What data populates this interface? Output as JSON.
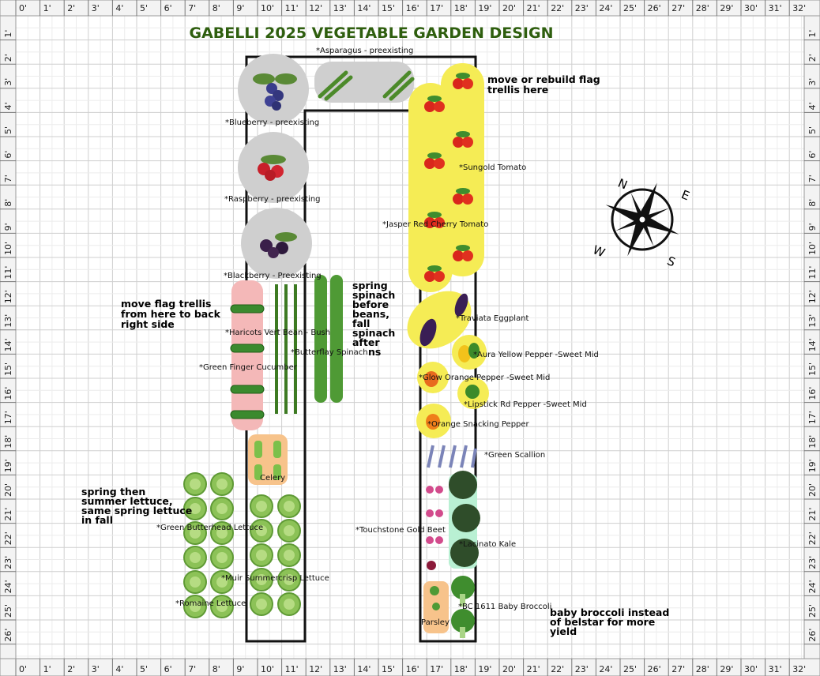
{
  "title": "GABELLI 2025 VEGETABLE GARDEN DESIGN",
  "ruler": {
    "x_labels": [
      "0'",
      "1'",
      "2'",
      "3'",
      "4'",
      "5'",
      "6'",
      "7'",
      "8'",
      "9'",
      "10'",
      "11'",
      "12'",
      "13'",
      "14'",
      "15'",
      "16'",
      "17'",
      "18'",
      "19'",
      "20'",
      "21'",
      "22'",
      "23'",
      "24'",
      "25'",
      "26'",
      "27'",
      "28'",
      "29'",
      "30'",
      "31'",
      "32'"
    ],
    "y_labels": [
      "1'",
      "2'",
      "3'",
      "4'",
      "5'",
      "6'",
      "7'",
      "8'",
      "9'",
      "10'",
      "11'",
      "12'",
      "13'",
      "14'",
      "15'",
      "16'",
      "17'",
      "18'",
      "19'",
      "20'",
      "21'",
      "22'",
      "23'",
      "24'",
      "25'",
      "26'"
    ]
  },
  "plant_labels": {
    "asparagus": "*Asparagus - preexisting",
    "blueberry": "*Blueberry - preexisting",
    "raspberry": "*Raspberry - preexisting",
    "blackberry": "*Blackberry - Preexisting",
    "haricots": "*Haricots Vert Bean - Bush",
    "butterfly_spinach": "*Butterflay Spinach",
    "cucumber": "*Green Finger Cucumber",
    "celery": "Celery",
    "butterhead": "*Green Butterhead Lettuce",
    "muir": "*Muir Summercrisp Lettuce",
    "romaine": "*Romaine Lettuce",
    "sungold": "*Sungold Tomato",
    "jasper": "*Jasper Red Cherry Tomato",
    "eggplant": "*Traviata Eggplant",
    "aura_pepper": "*Aura Yellow Pepper -Sweet Mid",
    "glow_pepper": "*Glow Orange Pepper -Sweet Mid",
    "lipstick_pepper": "*Lipstick Rd Pepper -Sweet Mid",
    "snacking_pepper": "*Orange Snacking Pepper",
    "scallion": "*Green Scallion",
    "beet": "*Touchstone Gold Beet",
    "kale": "*Lacinato Kale",
    "broccoli": "*BC 1611 Baby Broccoli",
    "parsley": "Parsley"
  },
  "notes": {
    "trellis_move": [
      "move or rebuild flag",
      "trellis here"
    ],
    "trellis_from": [
      "move flag trellis",
      "from here to back",
      "right side"
    ],
    "spinach": [
      "spring",
      "spinach",
      "before",
      "beans,",
      "fall",
      "spinach",
      "after",
      "ns"
    ],
    "lettuce": [
      "spring then",
      "summer lettuce,",
      "same spring lettuce",
      "in fall"
    ],
    "broccoli": [
      "baby broccoli instead",
      "of belstar for more",
      "yield"
    ]
  },
  "compass": {
    "n": "N",
    "e": "E",
    "s": "S",
    "w": "W"
  },
  "colors": {
    "title": "#2e5e0e",
    "grid": "#d6d6d6",
    "tomato_zone": "#f5ec55",
    "berry_circle": "#cfcfcf",
    "cucumber_zone": "#f4b8b8",
    "celery_zone": "#f7c38b",
    "kale_zone": "#b9f0d3"
  }
}
